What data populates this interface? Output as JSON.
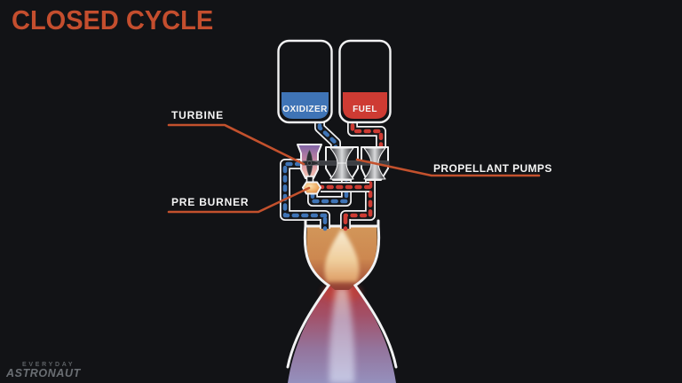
{
  "title": "CLOSED CYCLE",
  "colors": {
    "background": "#121316",
    "accent": "#c44e2e",
    "leader": "#c3512d",
    "blue": "#3f74b6",
    "red": "#ce3b33",
    "white": "#f2f2f3",
    "pipe": "#16171a",
    "text": "#f5f5f5",
    "brand": "#5c6064"
  },
  "tanks": {
    "oxidizer": "OXIDIZER",
    "fuel": "FUEL"
  },
  "labels": {
    "turbine": "TURBINE",
    "pre_burner": "PRE BURNER",
    "propellant_pumps": "PROPELLANT PUMPS"
  },
  "branding": {
    "line1": "EVERYDAY",
    "line2": "ASTRONAUT"
  }
}
